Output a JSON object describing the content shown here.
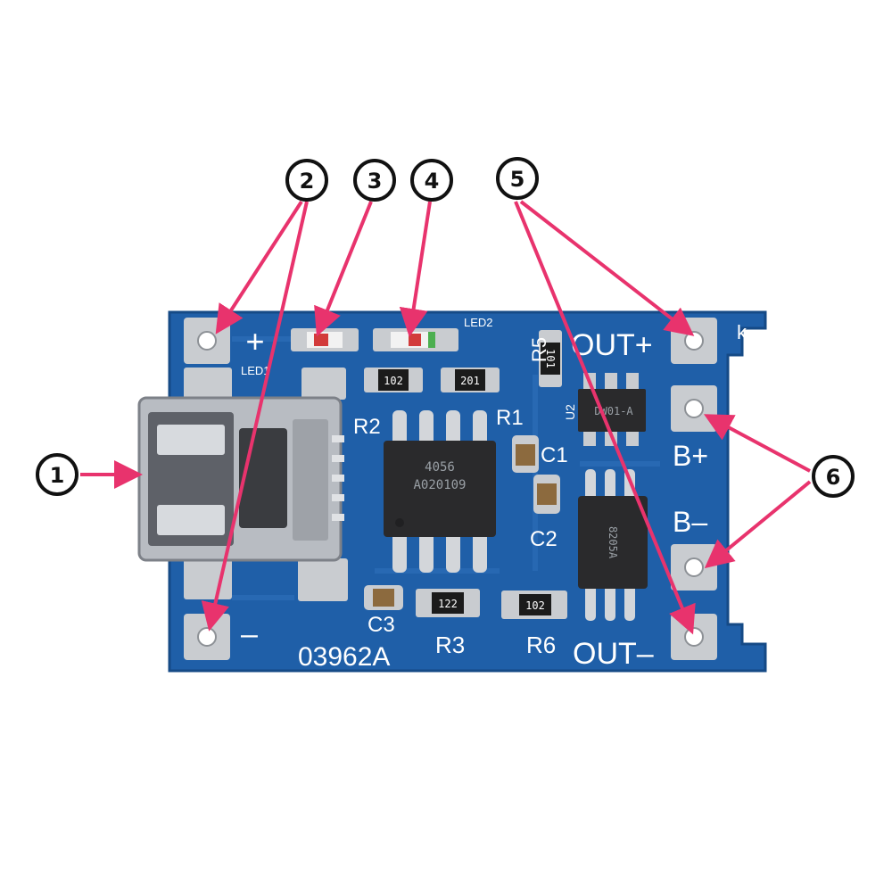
{
  "board": {
    "colors": {
      "pcb": "#1f5fa8",
      "pcb_dark": "#16487f",
      "pad": "#c9ccd0",
      "chip": "#2a2a2c",
      "usb_metal": "#b8bcc2",
      "callout": "#e8336d",
      "led_red": "#d23b3b",
      "led_green": "#4caf50"
    },
    "silkscreen": {
      "plus": "+",
      "minus": "–",
      "led1": "LED1",
      "led2": "LED2",
      "r5": "R5",
      "out_plus": "OUT+",
      "k": "k",
      "u2": "U2",
      "r2": "R2",
      "r1": "R1",
      "c1": "C1",
      "b_plus": "B+",
      "b_minus": "B–",
      "c2": "C2",
      "c3": "C3",
      "r3": "R3",
      "r6": "R6",
      "out_minus": "OUT–",
      "board_id": "03962A"
    },
    "chips": {
      "charger_ic_line1": "4056",
      "charger_ic_line2": "A020109",
      "protect_ic": "8205A",
      "small_ic": "DW01-A"
    },
    "resistor_codes": {
      "r_led1": "102",
      "r_led2": "201",
      "r5": "101",
      "r3": "122",
      "r6": "102"
    }
  },
  "callouts": [
    {
      "number": "1",
      "target": "usb-connector"
    },
    {
      "number": "2",
      "target": "input-pads"
    },
    {
      "number": "3",
      "target": "led-red"
    },
    {
      "number": "4",
      "target": "led-green"
    },
    {
      "number": "5",
      "target": "output-pads"
    },
    {
      "number": "6",
      "target": "battery-pads"
    }
  ]
}
